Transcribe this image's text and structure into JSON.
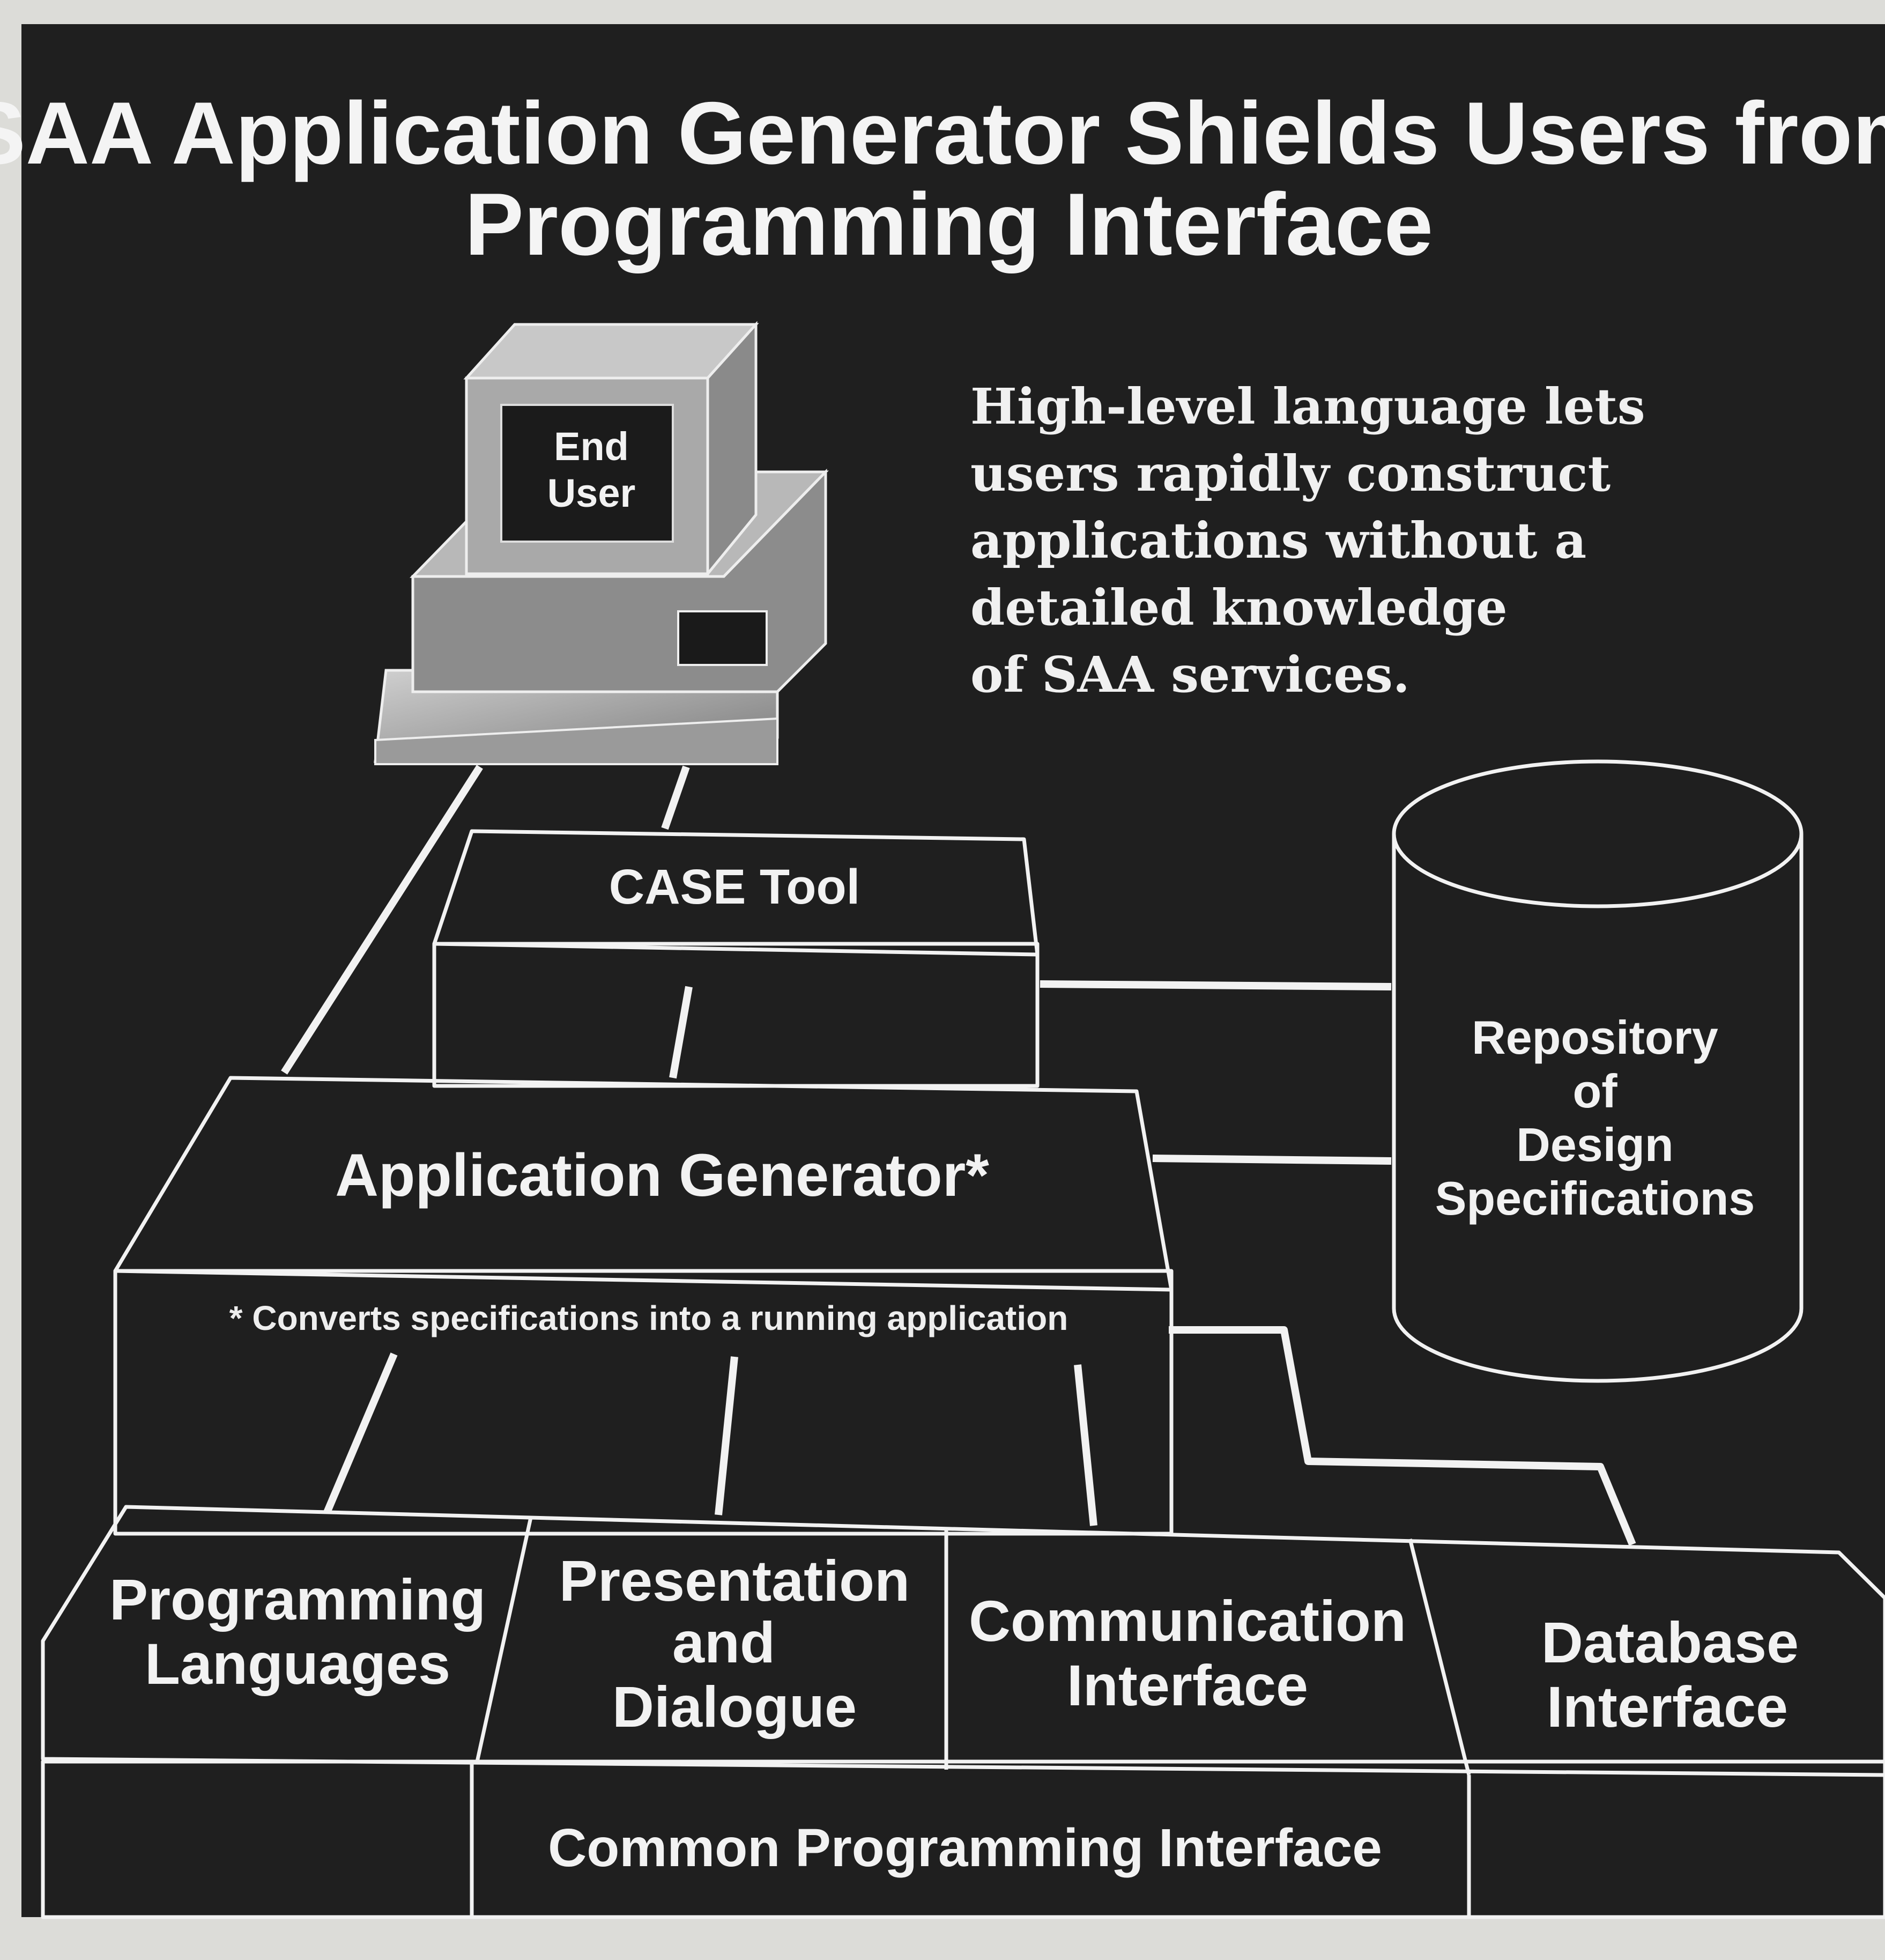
{
  "title": {
    "line1": "SAA Application Generator Shields Users from",
    "line2": "Programming Interface"
  },
  "caption": {
    "lines": [
      "High-level language lets",
      "users rapidly construct",
      "applications without a",
      "detailed knowledge",
      "of  SAA services."
    ]
  },
  "terminal": {
    "line1": "End",
    "line2": "User"
  },
  "case_tool": {
    "label": "CASE Tool"
  },
  "app_generator": {
    "label": "Application Generator*",
    "note": "* Converts specifications into a running application"
  },
  "repository": {
    "lines": [
      "Repository",
      "of",
      "Design",
      "Specifications"
    ]
  },
  "interfaces": [
    {
      "lines": [
        "Programming",
        "Languages"
      ]
    },
    {
      "lines": [
        "Presentation",
        "and",
        "Dialogue"
      ]
    },
    {
      "lines": [
        "Communication",
        "Interface"
      ]
    },
    {
      "lines": [
        "Database",
        "Interface"
      ]
    }
  ],
  "base": {
    "label": "Common Programming Interface"
  },
  "colors": {
    "background": "#1f1f1f",
    "lines": "#f2f2f2",
    "text": "#f2f2f2",
    "paper": "#dcdcd8"
  },
  "icons": {
    "terminal": "computer-terminal-icon",
    "repository": "database-cylinder-icon"
  }
}
